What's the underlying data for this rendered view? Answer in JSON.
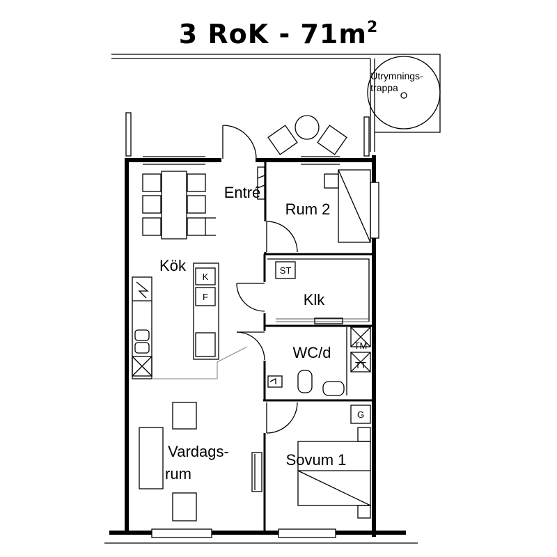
{
  "title": {
    "main": "3 RoK - 71m",
    "superscript": "2"
  },
  "rooms": {
    "entre": "Entré",
    "rum2": "Rum 2",
    "kok": "Kök",
    "klk": "Klk",
    "wcd": "WC/d",
    "vardags_line1": "Vardags-",
    "vardags_line2": "rum",
    "sovum1": "Sovum 1"
  },
  "labels": {
    "utrymning_line1": "Utrymnings-",
    "utrymning_line2": "trappa",
    "k": "K",
    "f": "F",
    "st": "ST",
    "tm": "TM",
    "tt": "TT",
    "g": "G"
  }
}
